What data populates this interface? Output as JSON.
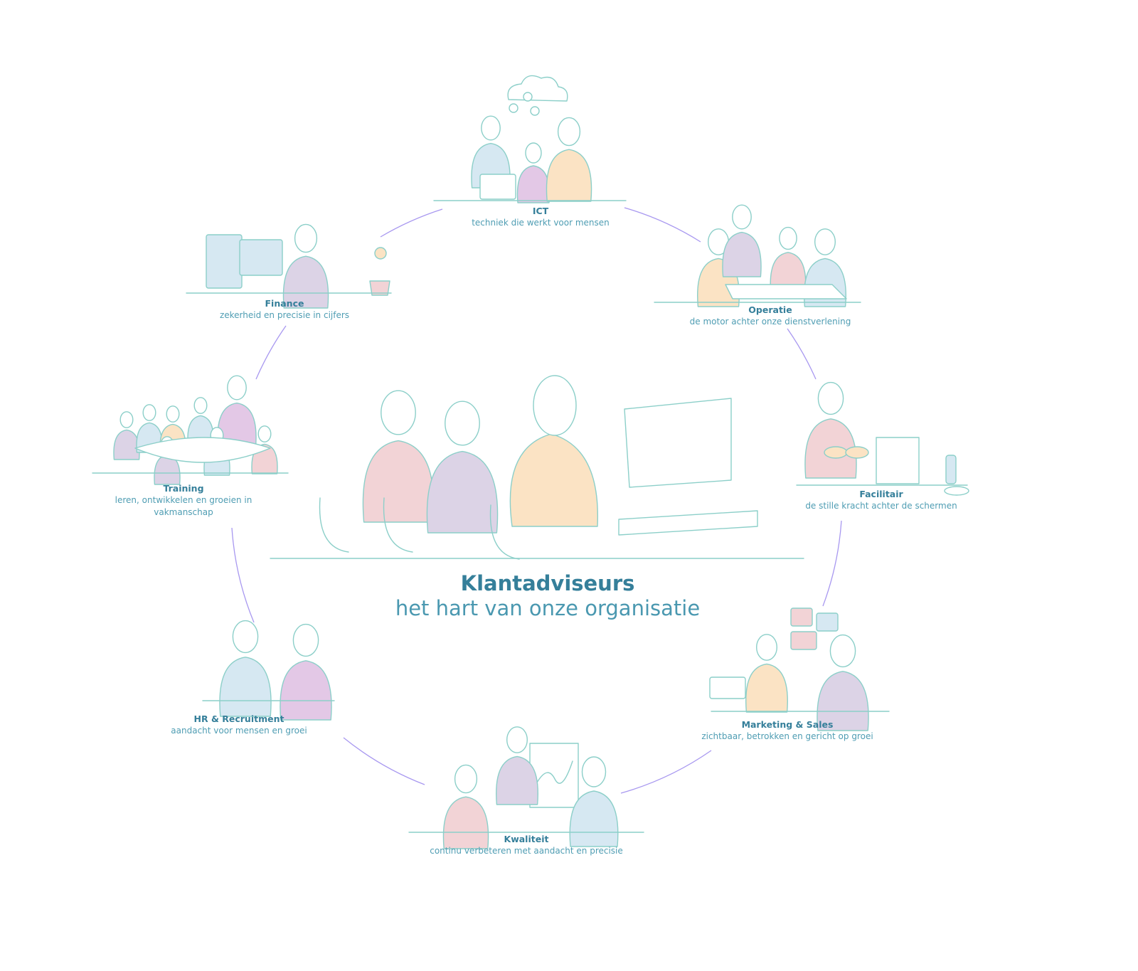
{
  "center": {
    "title": "Klantadviseurs",
    "subtitle": "het hart van onze organisatie"
  },
  "nodes": [
    {
      "id": "ict",
      "title": "ICT",
      "subtitle": "techniek die werkt voor mensen"
    },
    {
      "id": "operatie",
      "title": "Operatie",
      "subtitle": "de motor achter onze dienstverlening"
    },
    {
      "id": "facilitair",
      "title": "Facilitair",
      "subtitle": "de stille kracht achter de schermen"
    },
    {
      "id": "marketing-sales",
      "title": "Marketing & Sales",
      "subtitle": "zichtbaar, betrokken en gericht op groei"
    },
    {
      "id": "kwaliteit",
      "title": "Kwaliteit",
      "subtitle": "continu verbeteren met aandacht en precisie"
    },
    {
      "id": "hr-recruitment",
      "title": "HR & Recruitment",
      "subtitle": "aandacht voor mensen en groei"
    },
    {
      "id": "training",
      "title": "Training",
      "subtitle": "leren, ontwikkelen en groeien in vakmanschap"
    },
    {
      "id": "finance",
      "title": "Finance",
      "subtitle": "zekerheid en precisie in cijfers"
    }
  ],
  "colors": {
    "line": "#8ccfc9",
    "ring": "#a898f0",
    "title": "#357f9a",
    "pink": "#f2d3d6",
    "lilac": "#dcd3e6",
    "peach": "#fbe3c4",
    "blue": "#d6e8f2",
    "purple": "#e3c8e6"
  }
}
